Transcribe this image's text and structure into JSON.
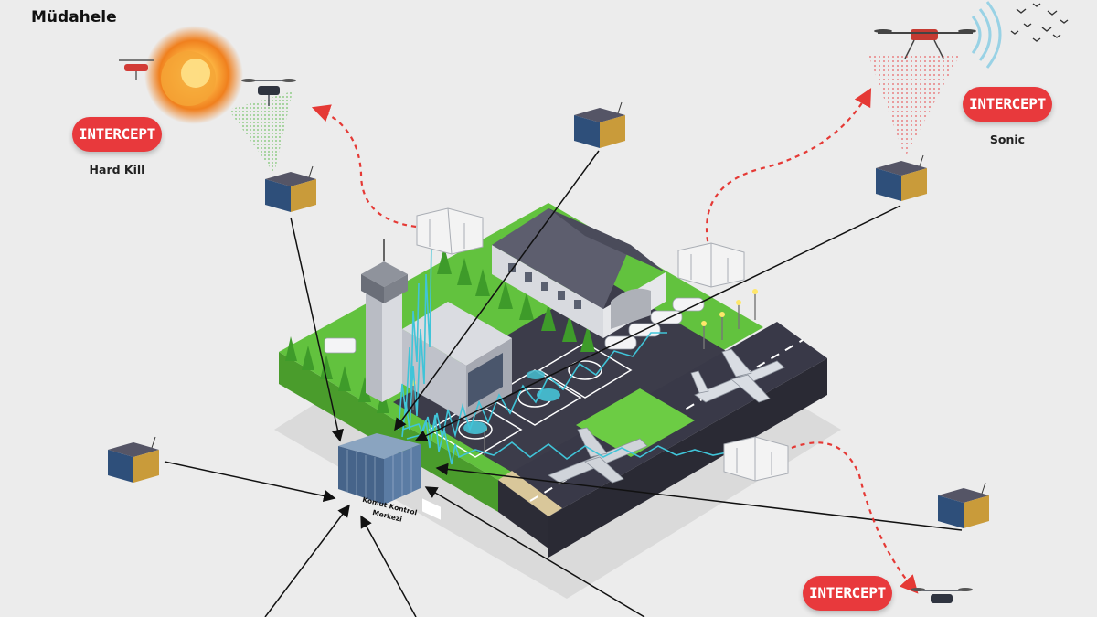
{
  "header": {
    "title": "Müdahele"
  },
  "intercepts": [
    {
      "badge": "INTERCEPT",
      "caption": "Hard Kill"
    },
    {
      "badge": "INTERCEPT",
      "caption": "Sonic"
    },
    {
      "badge": "INTERCEPT",
      "caption": ""
    }
  ],
  "command_center": {
    "line1": "Komut Kontrol",
    "line2": "Merkezi"
  },
  "colors": {
    "badge": "#e8393c",
    "signal": "#40c4d8",
    "grass": "#5fbf3a",
    "runway": "#3c3c4a"
  }
}
